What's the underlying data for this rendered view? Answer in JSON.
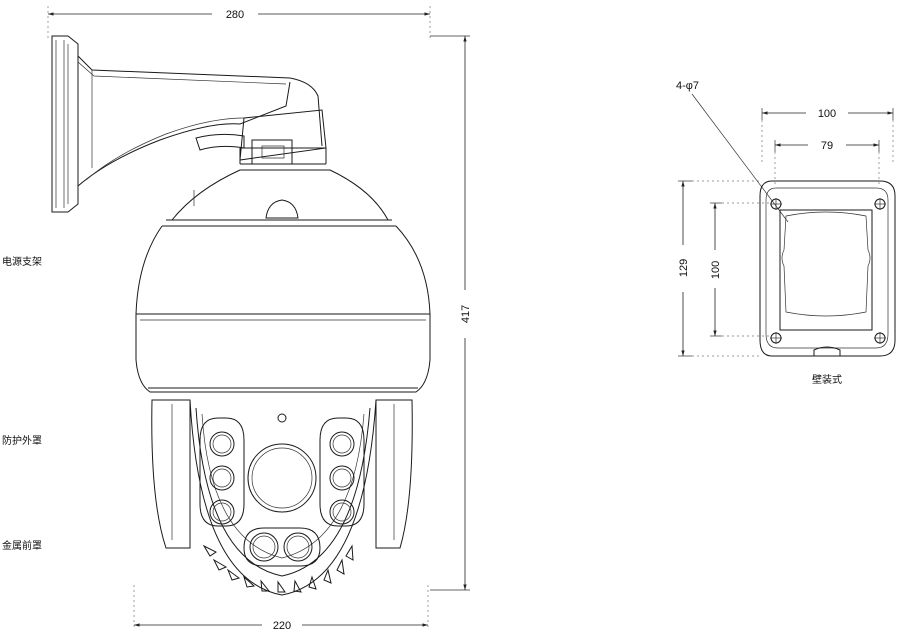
{
  "dimensions": {
    "top_width": "280",
    "bottom_width": "220",
    "total_height": "417",
    "plate_outer_width": "100",
    "plate_inner_width": "79",
    "plate_outer_height": "129",
    "plate_inner_height": "100",
    "hole_spec": "4-φ7"
  },
  "labels": {
    "bracket": "电源支架",
    "outer_cover": "防护外罩",
    "metal_front": "金属前罩",
    "mount_type": "壁装式"
  }
}
